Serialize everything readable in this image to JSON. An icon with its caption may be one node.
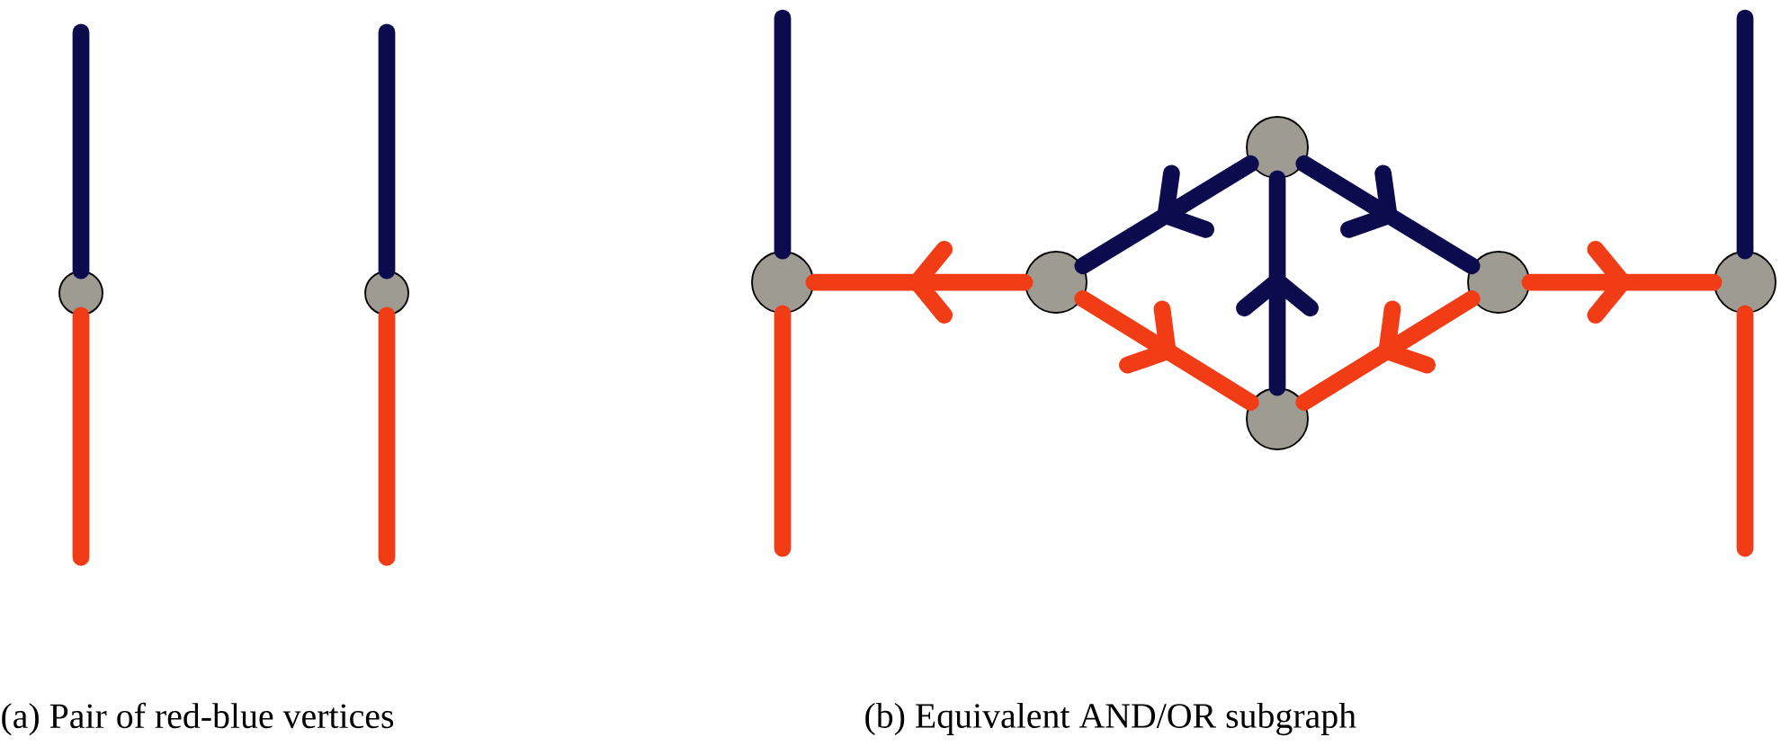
{
  "diagram": {
    "nodes": [
      {
        "text": [],
        "shape": "circle"
      },
      {
        "text": [],
        "shape": "circle"
      },
      {
        "text": [],
        "shape": "circle"
      },
      {
        "text": [],
        "shape": "circle"
      },
      {
        "text": [],
        "shape": "circle"
      },
      {
        "text": [],
        "shape": "circle"
      },
      {
        "text": [],
        "shape": "circle"
      },
      {
        "text": [],
        "shape": "circle"
      }
    ],
    "edges": [
      {
        "from": 0,
        "to": null,
        "arrow": "none",
        "color": "#0b0b4e"
      },
      {
        "from": 0,
        "to": null,
        "arrow": "none",
        "color": "#f23c16"
      },
      {
        "from": 1,
        "to": null,
        "arrow": "none",
        "color": "#0b0b4e"
      },
      {
        "from": 1,
        "to": null,
        "arrow": "none",
        "color": "#f23c16"
      },
      {
        "from": 2,
        "to": null,
        "arrow": "none",
        "color": "#0b0b4e"
      },
      {
        "from": 2,
        "to": null,
        "arrow": "none",
        "color": "#f23c16"
      },
      {
        "from": 3,
        "to": 2,
        "arrow": "to",
        "color": "#f23c16"
      },
      {
        "from": 4,
        "to": 3,
        "arrow": "to",
        "color": "#0b0b4e"
      },
      {
        "from": 4,
        "to": 6,
        "arrow": "to",
        "color": "#0b0b4e"
      },
      {
        "from": 5,
        "to": 4,
        "arrow": "to",
        "color": "#0b0b4e"
      },
      {
        "from": 3,
        "to": 5,
        "arrow": "to",
        "color": "#f23c16"
      },
      {
        "from": 6,
        "to": 5,
        "arrow": "to",
        "color": "#f23c16"
      },
      {
        "from": 6,
        "to": 7,
        "arrow": "to",
        "color": "#f23c16"
      },
      {
        "from": 7,
        "to": null,
        "arrow": "none",
        "color": "#0b0b4e"
      },
      {
        "from": 7,
        "to": null,
        "arrow": "none",
        "color": "#f23c16"
      }
    ],
    "labels": [
      "(a) Pair of red-blue vertices",
      "(b) Equivalent AND/OR subgraph"
    ]
  }
}
